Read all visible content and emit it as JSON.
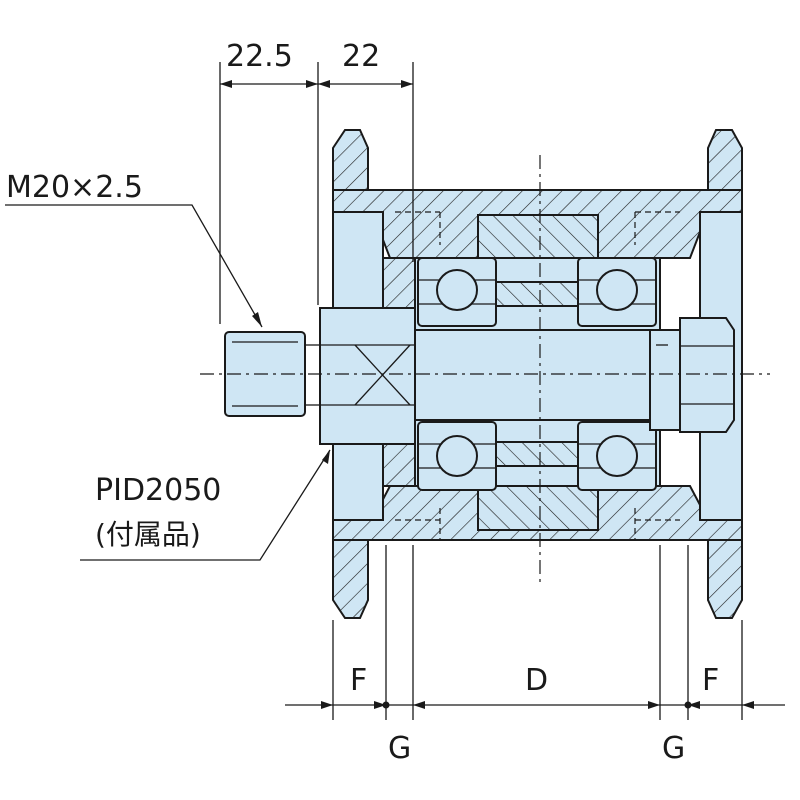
{
  "dimensions": {
    "top_left": "22.5",
    "top_right": "22",
    "thread": "M20×2.5",
    "part_number": "PID2050",
    "part_note": "(付属品)",
    "bottom_f_left": "F",
    "bottom_d": "D",
    "bottom_f_right": "F",
    "bottom_g_left": "G",
    "bottom_g_right": "G"
  },
  "colors": {
    "part_fill": "#cfe6f4",
    "line": "#1a1a1a"
  }
}
